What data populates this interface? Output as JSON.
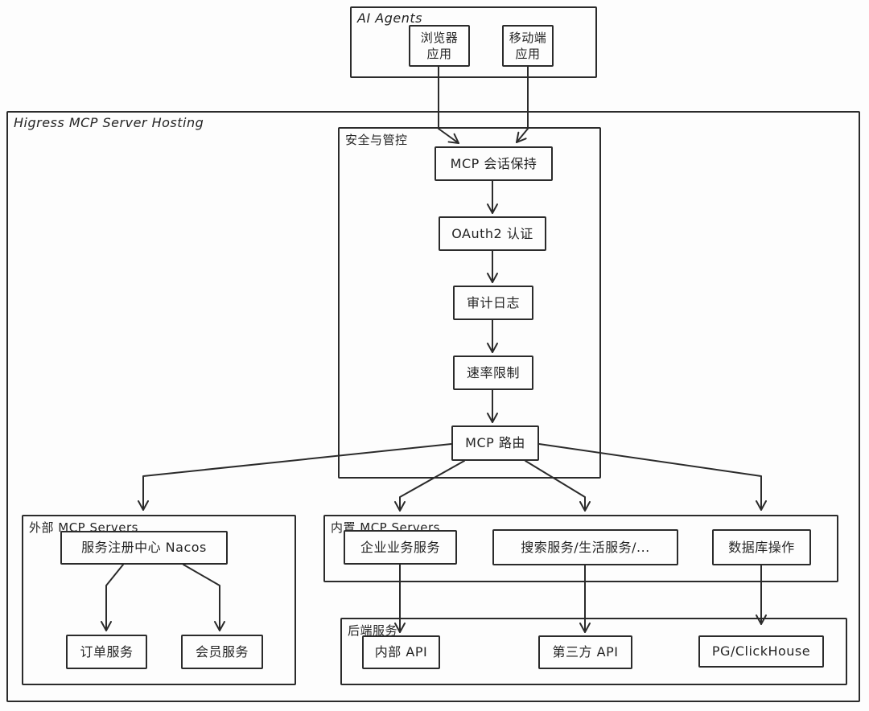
{
  "groups": {
    "ai_agents": {
      "label": "AI Agents"
    },
    "higress": {
      "label": "Higress MCP Server Hosting"
    },
    "security": {
      "label": "安全与管控"
    },
    "external": {
      "label": "外部 MCP Servers"
    },
    "builtin": {
      "label": "内置 MCP Servers"
    },
    "backend": {
      "label": "后端服务"
    }
  },
  "nodes": {
    "browser_app": {
      "label": "浏览器\n应用"
    },
    "mobile_app": {
      "label": "移动端\n应用"
    },
    "mcp_session": {
      "label": "MCP 会话保持"
    },
    "oauth2": {
      "label": "OAuth2 认证"
    },
    "audit_log": {
      "label": "审计日志"
    },
    "rate_limit": {
      "label": "速率限制"
    },
    "mcp_router": {
      "label": "MCP 路由"
    },
    "nacos": {
      "label": "服务注册中心 Nacos"
    },
    "order_service": {
      "label": "订单服务"
    },
    "member_service": {
      "label": "会员服务"
    },
    "enterprise_service": {
      "label": "企业业务服务"
    },
    "search_service": {
      "label": "搜索服务/生活服务/..."
    },
    "database_ops": {
      "label": "数据库操作"
    },
    "internal_api": {
      "label": "内部 API"
    },
    "third_party_api": {
      "label": "第三方 API"
    },
    "pg_clickhouse": {
      "label": "PG/ClickHouse"
    }
  },
  "colors": {
    "stroke": "#2b2b2b",
    "background": "#fdfdfd"
  }
}
